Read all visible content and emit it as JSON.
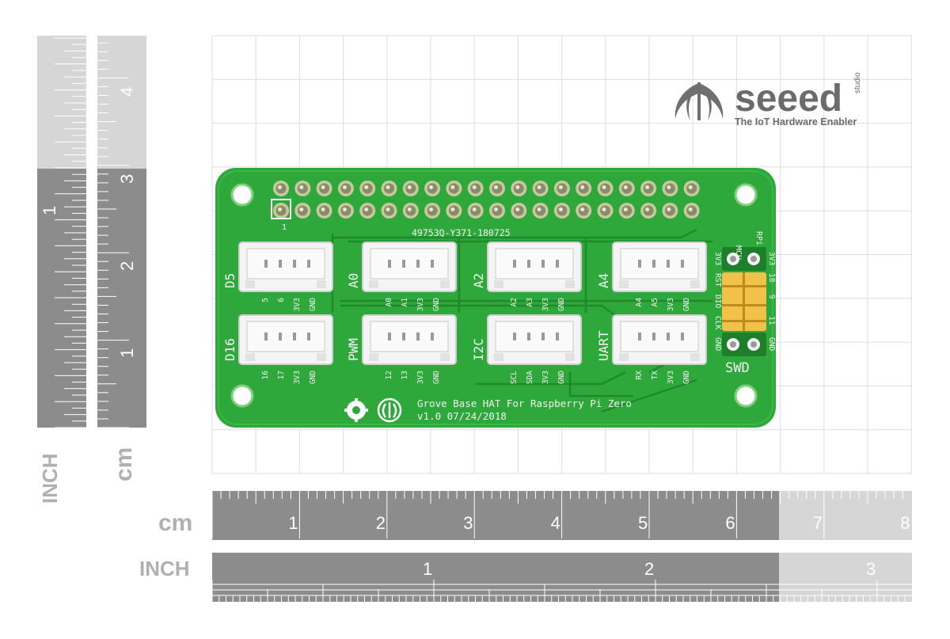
{
  "brand": {
    "name": "seeed",
    "sub": "studio",
    "tagline": "The IoT Hardware Enabler"
  },
  "board": {
    "title_line1": "Grove Base HAT For Raspberry Pi Zero",
    "title_line2": "v1.0 07/24/2018",
    "serial": "49753Q-Y371-180725",
    "pin1": "1",
    "top_connectors": [
      {
        "name": "D5",
        "pins": [
          "5",
          "6",
          "3V3",
          "GND"
        ]
      },
      {
        "name": "A0",
        "pins": [
          "A0",
          "A1",
          "3V3",
          "GND"
        ]
      },
      {
        "name": "A2",
        "pins": [
          "A2",
          "A3",
          "3V3",
          "GND"
        ]
      },
      {
        "name": "A4",
        "pins": [
          "A4",
          "A5",
          "3V3",
          "GND"
        ]
      }
    ],
    "bottom_connectors": [
      {
        "name": "D16",
        "pins": [
          "16",
          "17",
          "3V3",
          "GND"
        ]
      },
      {
        "name": "PWM",
        "pins": [
          "12",
          "13",
          "3V3",
          "GND"
        ]
      },
      {
        "name": "I2C",
        "pins": [
          "SCL",
          "SDA",
          "3V3",
          "GND"
        ]
      },
      {
        "name": "UART",
        "pins": [
          "RX",
          "TX",
          "3V3",
          "GND"
        ]
      }
    ],
    "swd": {
      "label": "SWD",
      "mcu": "MCU",
      "rpi": "RPi",
      "mcu_pins": [
        "3V3",
        "RST",
        "DIO",
        "CLK",
        "GND"
      ],
      "rpi_pins": [
        "3V3",
        "18",
        "9",
        "11",
        "GND"
      ]
    }
  },
  "rulers": {
    "inch_label": "INCH",
    "cm_label": "cm",
    "vertical_inch_numbers": [
      "1"
    ],
    "vertical_cm_numbers": [
      "4",
      "3",
      "2",
      "1"
    ],
    "horizontal_cm_numbers": [
      "1",
      "2",
      "3",
      "4",
      "5",
      "6",
      "7",
      "8"
    ],
    "horizontal_inch_numbers": [
      "1",
      "2",
      "3"
    ]
  },
  "colors": {
    "pcb": "#2ea83a",
    "pcb_dark": "#1f8a2c",
    "ruler_dark": "#8a8a8a",
    "ruler_light": "#d6d6d6",
    "grid": "#dedede",
    "header_yellow": "#f2c14a"
  }
}
